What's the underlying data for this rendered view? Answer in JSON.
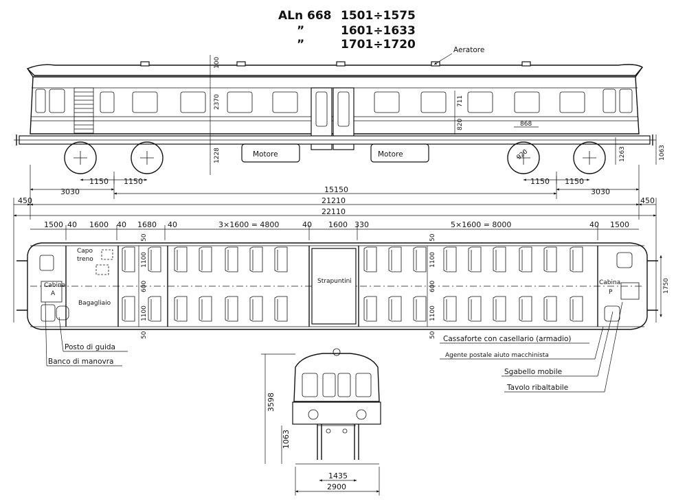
{
  "title": {
    "model": "ALn 668",
    "series": [
      "1501÷1575",
      "1601÷1633",
      "1701÷1720"
    ],
    "ditto": [
      "”",
      "”"
    ]
  },
  "side_view": {
    "labels": {
      "aeratore": "Aeratore",
      "motore_left": "Motore",
      "motore_right": "Motore"
    },
    "dims": {
      "roof_h": "100",
      "body_h": "2370",
      "under_h": "1228",
      "win_h": "711",
      "sill_h": "820",
      "win_w": "868",
      "wheel_d": "920",
      "right_h1": "1263",
      "right_h2": "1063",
      "axle_l1": "1150",
      "axle_l2": "1150",
      "axle_r1": "1150",
      "axle_r2": "1150",
      "end_l": "3030",
      "end_r": "3030",
      "pivots": "15150",
      "buffer_l": "450",
      "buffer_r": "450",
      "body_len": "21210",
      "total_len": "22110"
    }
  },
  "plan_view": {
    "dims": {
      "d1500l": "1500",
      "d40a": "40",
      "d1600a": "1600",
      "d40b": "40",
      "d1680": "1680",
      "d40c": "40",
      "seg1": "3×1600 = 4800",
      "d40d": "40",
      "d1600b": "1600",
      "d330": "330",
      "seg2": "5×1600 = 8000",
      "d40e": "40",
      "d1500r": "1500",
      "v50a": "50",
      "v1100a": "1100",
      "v600a": "600",
      "v1100b": "1100",
      "v50b": "50",
      "v50c": "50",
      "v1100c": "1100",
      "v600b": "600",
      "v1100d": "1100",
      "v50d": "50",
      "width": "1750"
    },
    "labels": {
      "capo_treno": [
        "Capo",
        "treno"
      ],
      "cabina_a": [
        "Cabina",
        "A"
      ],
      "bagagliaio": "Bagagliaio",
      "strapuntini": "Strapuntini",
      "cabina_p": [
        "Cabina",
        "P"
      ]
    },
    "callouts": {
      "posto_guida": "Posto di guida",
      "banco_manovra": "Banco di manovra",
      "cassaforte": "Cassaforte con casellario (armadio)",
      "agente": "Agente postale aiuto macchinista",
      "sgabello": "Sgabello mobile",
      "tavolo": "Tavolo ribaltabile"
    }
  },
  "front_view": {
    "dims": {
      "height": "3598",
      "floor_h": "1063",
      "gauge": "1435",
      "width": "2900"
    }
  }
}
